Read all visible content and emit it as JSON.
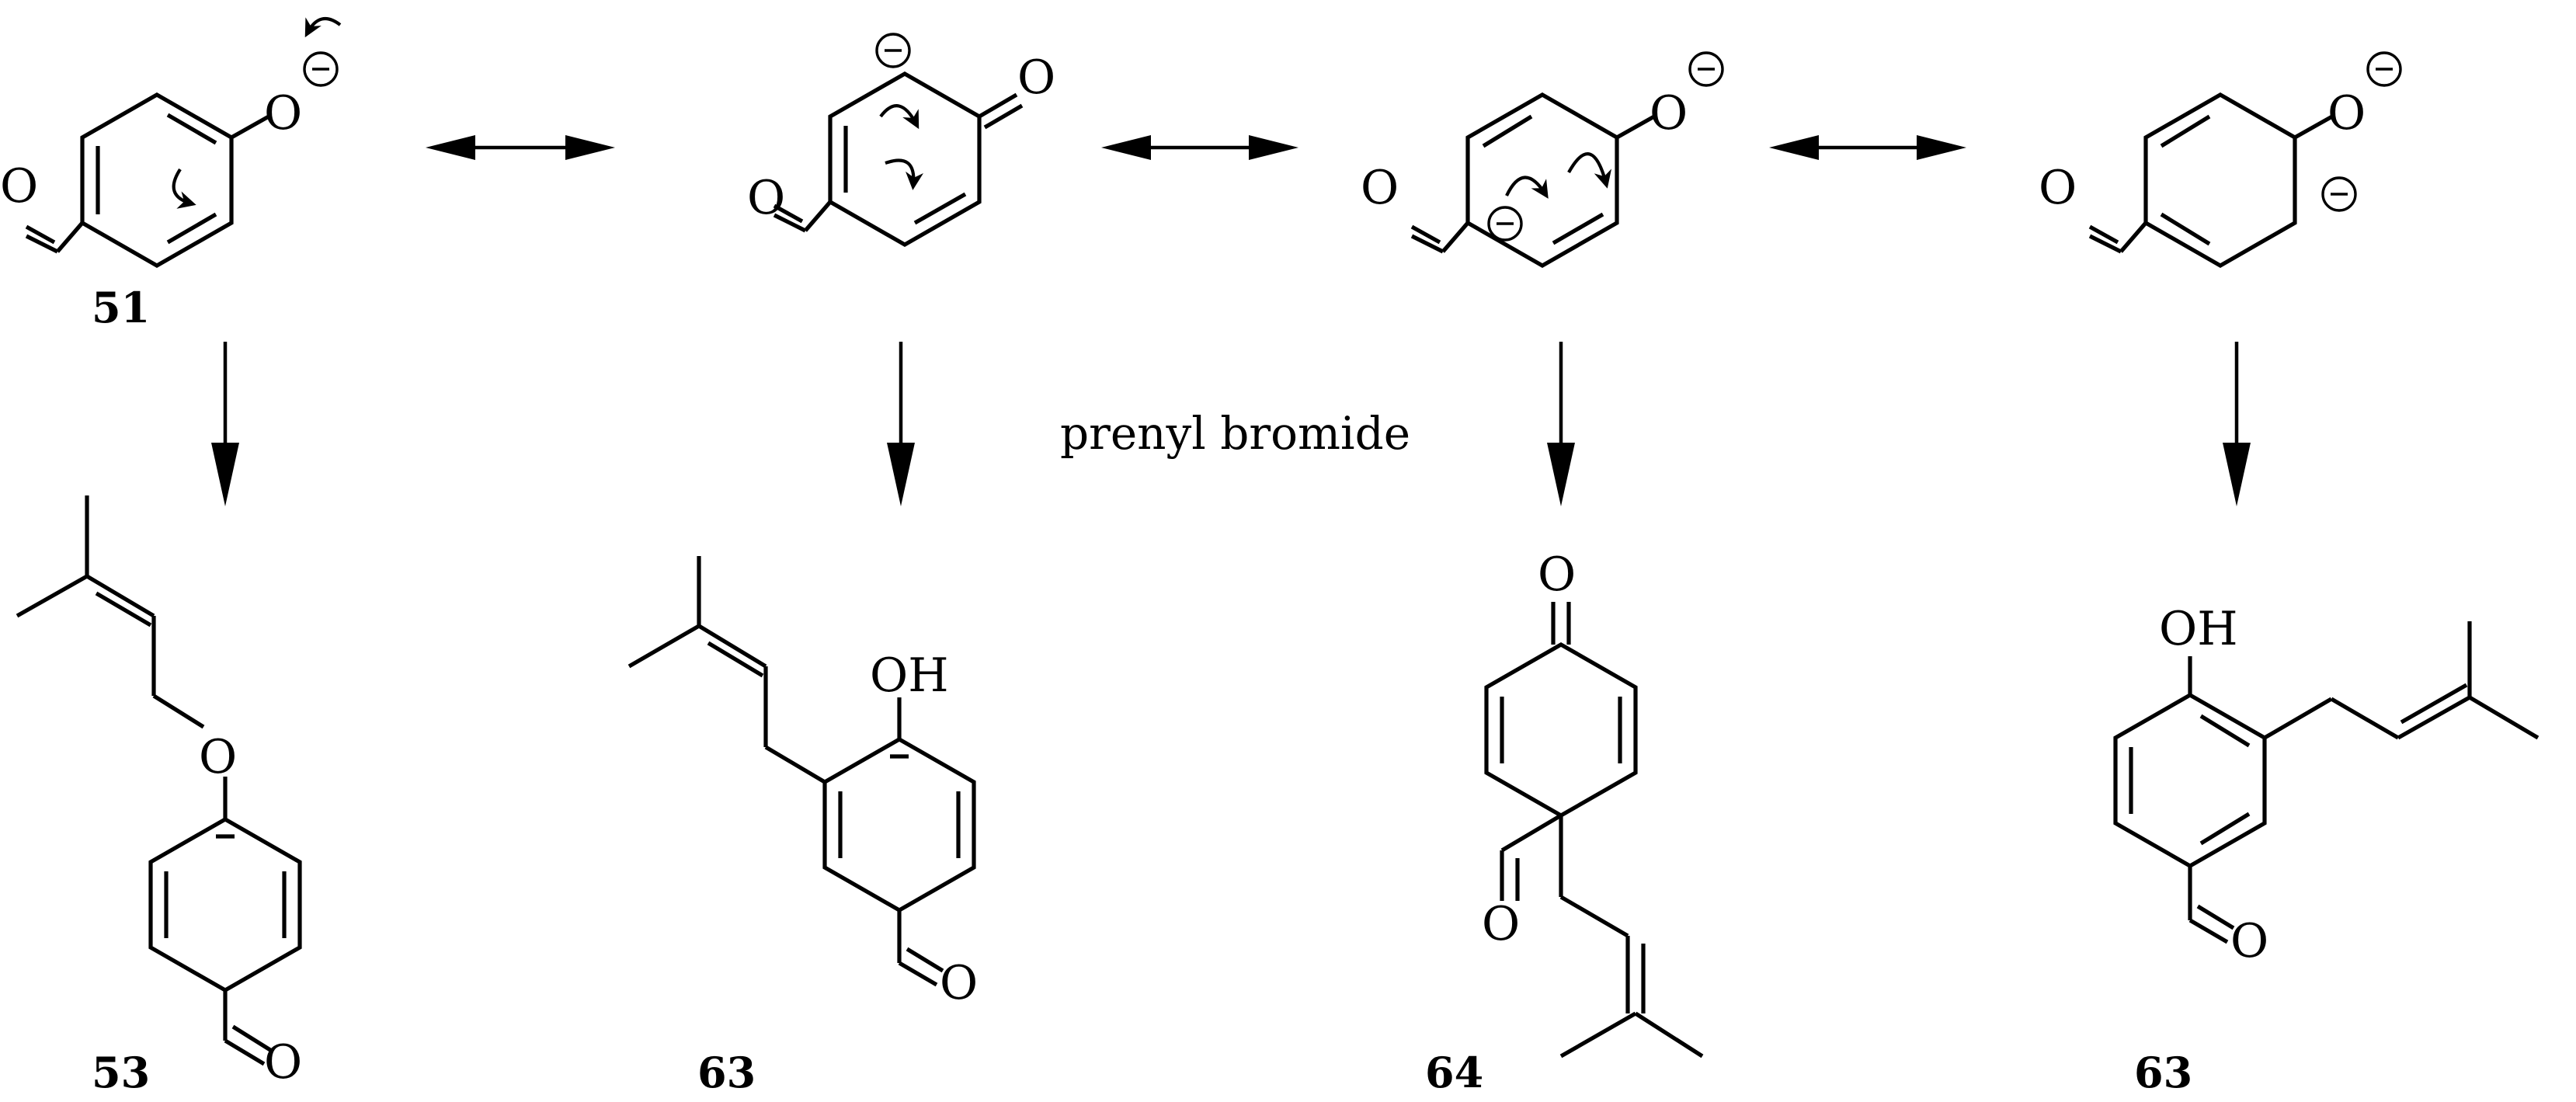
{
  "scheme": {
    "reagent": "prenyl bromide",
    "atoms": {
      "oxygen": "O",
      "hydroxyl": "OH"
    },
    "colors": {
      "ink": "#000000",
      "background": "#ffffff"
    },
    "resonance_structures": [
      {
        "id": "s1",
        "label": "51"
      },
      {
        "id": "s2",
        "label": ""
      },
      {
        "id": "s3",
        "label": ""
      },
      {
        "id": "s4",
        "label": ""
      }
    ],
    "products": [
      {
        "id": "p1",
        "label": "53"
      },
      {
        "id": "p2",
        "label": "63"
      },
      {
        "id": "p3",
        "label": "64"
      },
      {
        "id": "p4",
        "label": "63"
      }
    ]
  }
}
